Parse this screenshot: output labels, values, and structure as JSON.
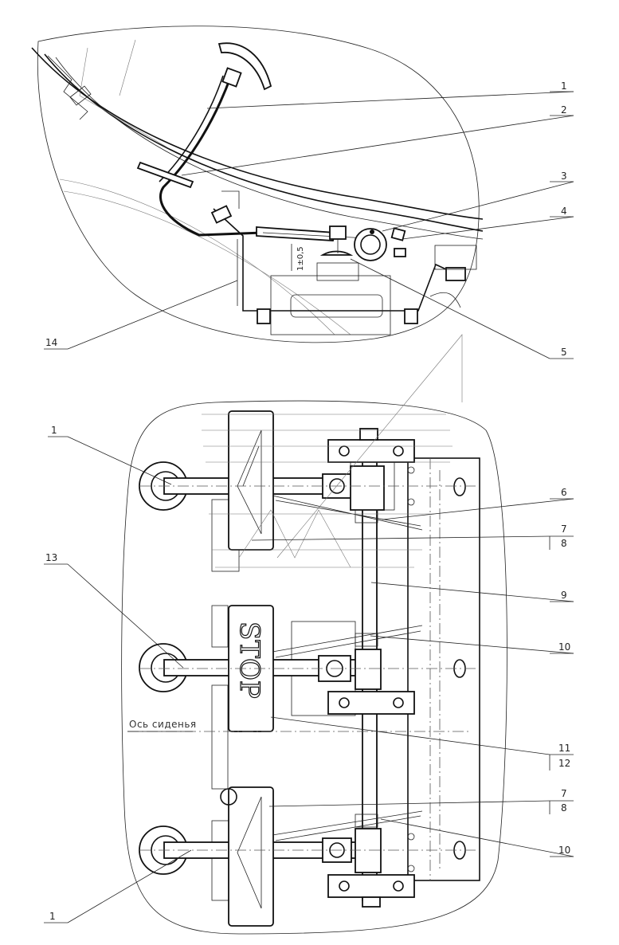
{
  "drawing": {
    "dimension_top_view": "1±0,5",
    "seat_axis_label": "Ось сиденья",
    "pedal_stop_text": "STOP",
    "callouts": {
      "c1a": "1",
      "c2": "2",
      "c3": "3",
      "c4": "4",
      "c5": "5",
      "c14": "14",
      "c1b": "1",
      "c6": "6",
      "c7a": "7",
      "c8a": "8",
      "c9": "9",
      "c13": "13",
      "c10a": "10",
      "c11": "11",
      "c12": "12",
      "c7b": "7",
      "c8b": "8",
      "c10b": "10",
      "c1c": "1"
    }
  }
}
